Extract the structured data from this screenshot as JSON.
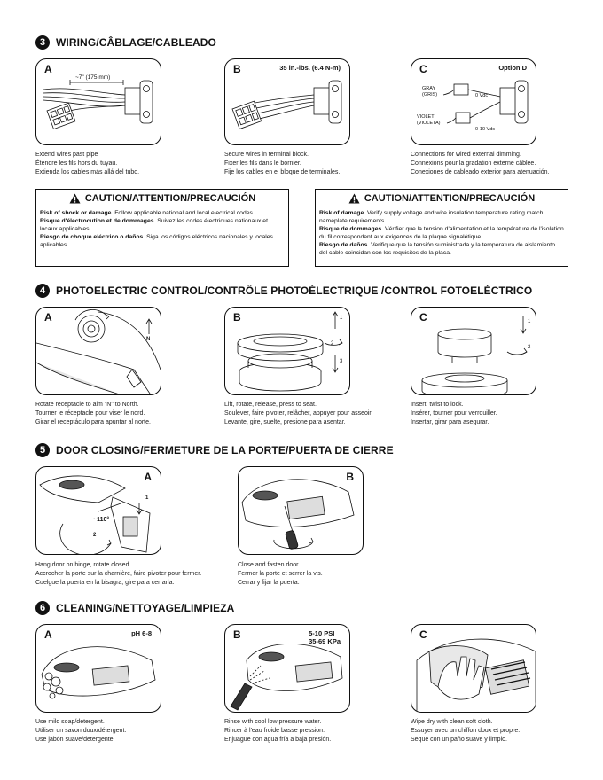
{
  "sections": {
    "wiring": {
      "number": "3",
      "title": "WIRING/CÂBLAGE/CABLEADO",
      "panels": [
        {
          "letter": "A",
          "note": "",
          "measure": "~7\" (175 mm)",
          "caption": [
            "Extend wires past pipe",
            "Étendre les fils hors du tuyau.",
            "Extienda los cables más allá del tubo."
          ]
        },
        {
          "letter": "B",
          "note": "35 in.-lbs. (6.4 N-m)",
          "caption": [
            "Secure wires in terminal block.",
            "Fixer les fils dans le bornier.",
            "Fije los cables en el bloque de terminales."
          ]
        },
        {
          "letter": "C",
          "note": "Option D",
          "gray": "GRAY\n(GRIS)",
          "violet": "VIOLET\n(VIOLETA)",
          "vdc": "0 Vdc",
          "vdc10": "0-10 Vdc",
          "caption": [
            "Connections for wired external dimming.",
            "Connexions pour la gradation externe câblée.",
            "Conexiones de cableado exterior para atenuación."
          ]
        }
      ],
      "cautions": [
        {
          "title": "CAUTION/ATTENTION/PRECAUCIÓN",
          "lines": [
            {
              "b": "Risk of shock or damage.",
              "t": " Follow applicable national and local electrical codes."
            },
            {
              "b": "Risque d'électrocution et de dommages.",
              "t": " Suivez les codes électriques nationaux et locaux applicables."
            },
            {
              "b": "Riesgo de choque eléctrico o daños.",
              "t": " Siga los códigos eléctricos nacionales y locales aplicables."
            }
          ]
        },
        {
          "title": "CAUTION/ATTENTION/PRECAUCIÓN",
          "lines": [
            {
              "b": "Risk of damage.",
              "t": " Verify supply voltage and wire insulation temperature rating match nameplate requirements."
            },
            {
              "b": "Risque de dommages.",
              "t": " Vérifier que la tension d'alimentation et la température de l'isolation du fil correspondent aux exigences de la plaque signalétique."
            },
            {
              "b": "Riesgo de daños.",
              "t": " Verifique que la tensión suministrada y la temperatura de aislamiento del cable coincidan con los requisitos de la placa."
            }
          ]
        }
      ]
    },
    "photo": {
      "number": "4",
      "title": "PHOTOELECTRIC CONTROL/CONTRÔLE PHOTOÉLECTRIQUE /CONTROL FOTOELÉCTRICO",
      "panels": [
        {
          "letter": "A",
          "n_label": "N",
          "caption": [
            "Rotate receptacle to aim \"N\" to North.",
            "Tourner le réceptacle pour viser le nord.",
            "Girar el receptáculo para apuntar al norte."
          ]
        },
        {
          "letter": "B",
          "steps": [
            "1",
            "2",
            "3"
          ],
          "caption": [
            "Lift, rotate, release, press to seat.",
            "Soulever, faire pivoter, relâcher, appuyer pour asseoir.",
            "Levante, gire, suelte, presione para asentar."
          ]
        },
        {
          "letter": "C",
          "steps": [
            "1",
            "2"
          ],
          "caption": [
            "Insert, twist to lock.",
            "Insérer, tourner pour verrouiller.",
            "Insertar, girar para asegurar."
          ]
        }
      ]
    },
    "door": {
      "number": "5",
      "title": "DOOR CLOSING/FERMETURE DE LA PORTE/PUERTA DE CIERRE",
      "panels": [
        {
          "letter": "A",
          "angle": "~110°",
          "steps": [
            "1",
            "2"
          ],
          "caption": [
            "Hang door on hinge, rotate closed.",
            "Accrocher la porte sur la charnière, faire pivoter pour fermer.",
            "Cuelgue la puerta en la bisagra, gire para cerrarla."
          ]
        },
        {
          "letter": "B",
          "caption": [
            "Close and fasten door.",
            "Fermer la porte et serrer la vis.",
            "Cerrar y fijar la puerta."
          ]
        }
      ]
    },
    "cleaning": {
      "number": "6",
      "title": "CLEANING/NETTOYAGE/LIMPIEZA",
      "panels": [
        {
          "letter": "A",
          "note": "pH 6-8",
          "caption": [
            "Use mild soap/detergent.",
            "Utiliser un savon doux/détergent.",
            "Use jabón suave/detergente."
          ]
        },
        {
          "letter": "B",
          "note": "5-10 PSI\n35-69 KPa",
          "caption": [
            "Rinse with cool low pressure water.",
            "Rincer à l'eau froide basse pression.",
            "Enjuague con agua fría a baja presión."
          ]
        },
        {
          "letter": "C",
          "note": "",
          "caption": [
            "Wipe dry with clean soft cloth.",
            "Essuyer avec un chiffon doux et propre.",
            "Seque con un paño suave y limpio."
          ]
        }
      ]
    }
  },
  "colors": {
    "ink": "#111111",
    "panel_fill": "#ffffff",
    "fixture_gray": "#bdbdbd"
  }
}
